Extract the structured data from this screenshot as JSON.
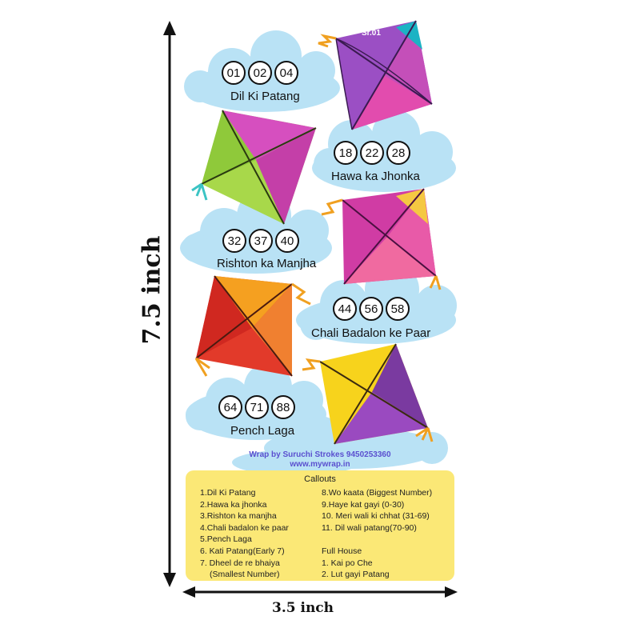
{
  "dimensions": {
    "height_label": "7.5 inch",
    "width_label": "3.5 inch"
  },
  "ticket": {
    "serial": "Sr.01",
    "rows": [
      {
        "numbers": [
          "01",
          "02",
          "04"
        ],
        "name": "Dil Ki Patang"
      },
      {
        "numbers": [
          "18",
          "22",
          "28"
        ],
        "name": "Hawa ka Jhonka"
      },
      {
        "numbers": [
          "32",
          "37",
          "40"
        ],
        "name": "Rishton ka Manjha"
      },
      {
        "numbers": [
          "44",
          "56",
          "58"
        ],
        "name": "Chali Badalon ke Paar"
      },
      {
        "numbers": [
          "64",
          "71",
          "88"
        ],
        "name": "Pench Laga"
      }
    ],
    "credit_line1": "Wrap by Suruchi Strokes 9450253360",
    "credit_line2": "www.mywrap.in"
  },
  "callouts": {
    "title": "Callouts",
    "left": [
      "1.Dil Ki Patang",
      "2.Hawa ka jhonka",
      "3.Rishton ka manjha",
      "4.Chali badalon ke paar",
      "5.Pench Laga",
      "6. Kati Patang(Early 7)",
      "7. Dheel de re bhaiya",
      "(Smallest Number)"
    ],
    "right": [
      "8.Wo kaata (Biggest Number)",
      "9.Haye kat gayi (0-30)",
      "10. Meri wali ki chhat (31-69)",
      "11. Dil wali patang(70-90)",
      "",
      "Full House",
      "1. Kai po Che",
      "2. Lut gayi Patang"
    ]
  },
  "colors": {
    "cloud": "#b9e2f5",
    "panel": "#fbe876",
    "credit": "#5a4fcf"
  },
  "kites": [
    "purple-pink kite",
    "green-pink kite",
    "pink kite",
    "red-orange kite",
    "yellow-purple kite"
  ]
}
